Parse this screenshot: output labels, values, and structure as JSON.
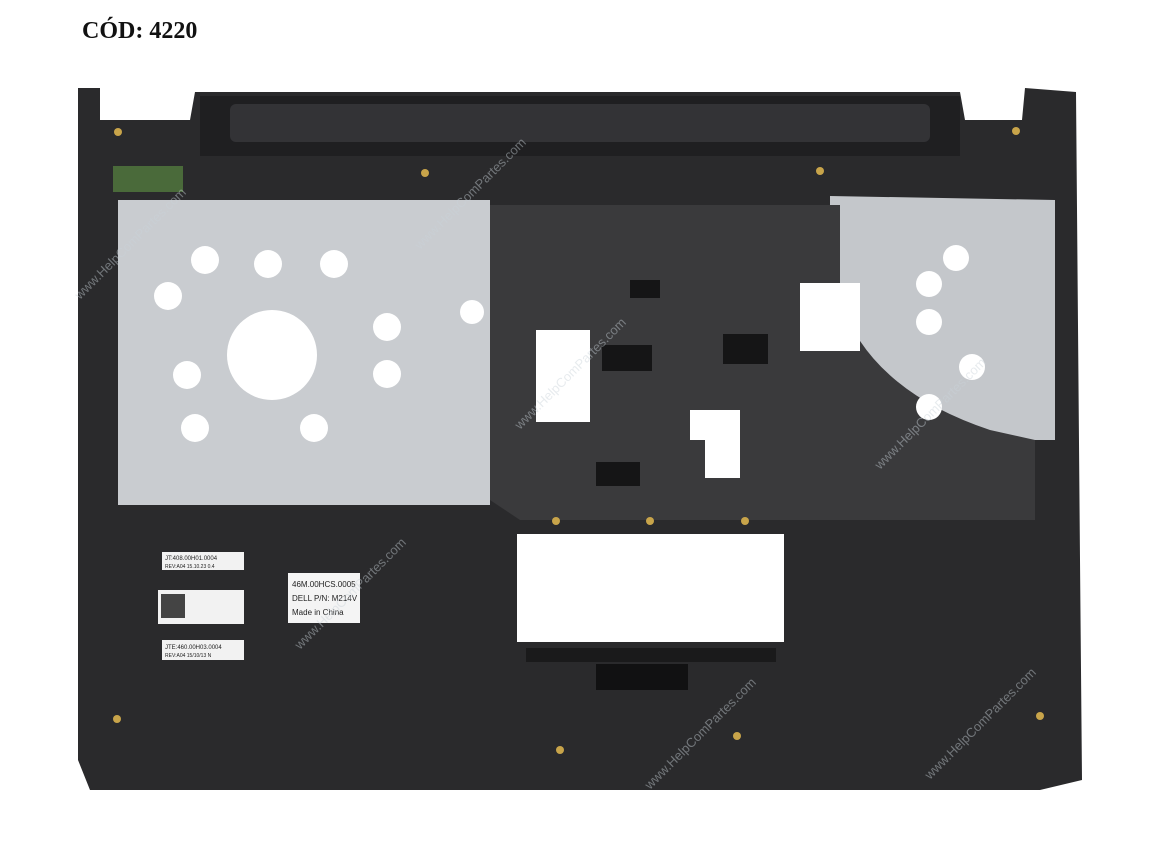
{
  "code_label": "CÓD: 4220",
  "watermark": "www.HelpComPartes.com",
  "stickers": {
    "part_number_1": "JT:408.00H01.0004",
    "part_number_1_rev": "REV:A04 15.10.23 0.4",
    "part_number_2": "JTE:460.00H03.0004",
    "part_number_2_rev": "REV:A04 15/10/13 N",
    "main_line1": "46M.00HCS.0005",
    "main_line2": "DELL P/N: M214V",
    "main_line3": "Made in China"
  },
  "colors": {
    "plastic": "#2a2a2c",
    "metal": "#c9ccd0",
    "film": "#3a3a3c"
  }
}
